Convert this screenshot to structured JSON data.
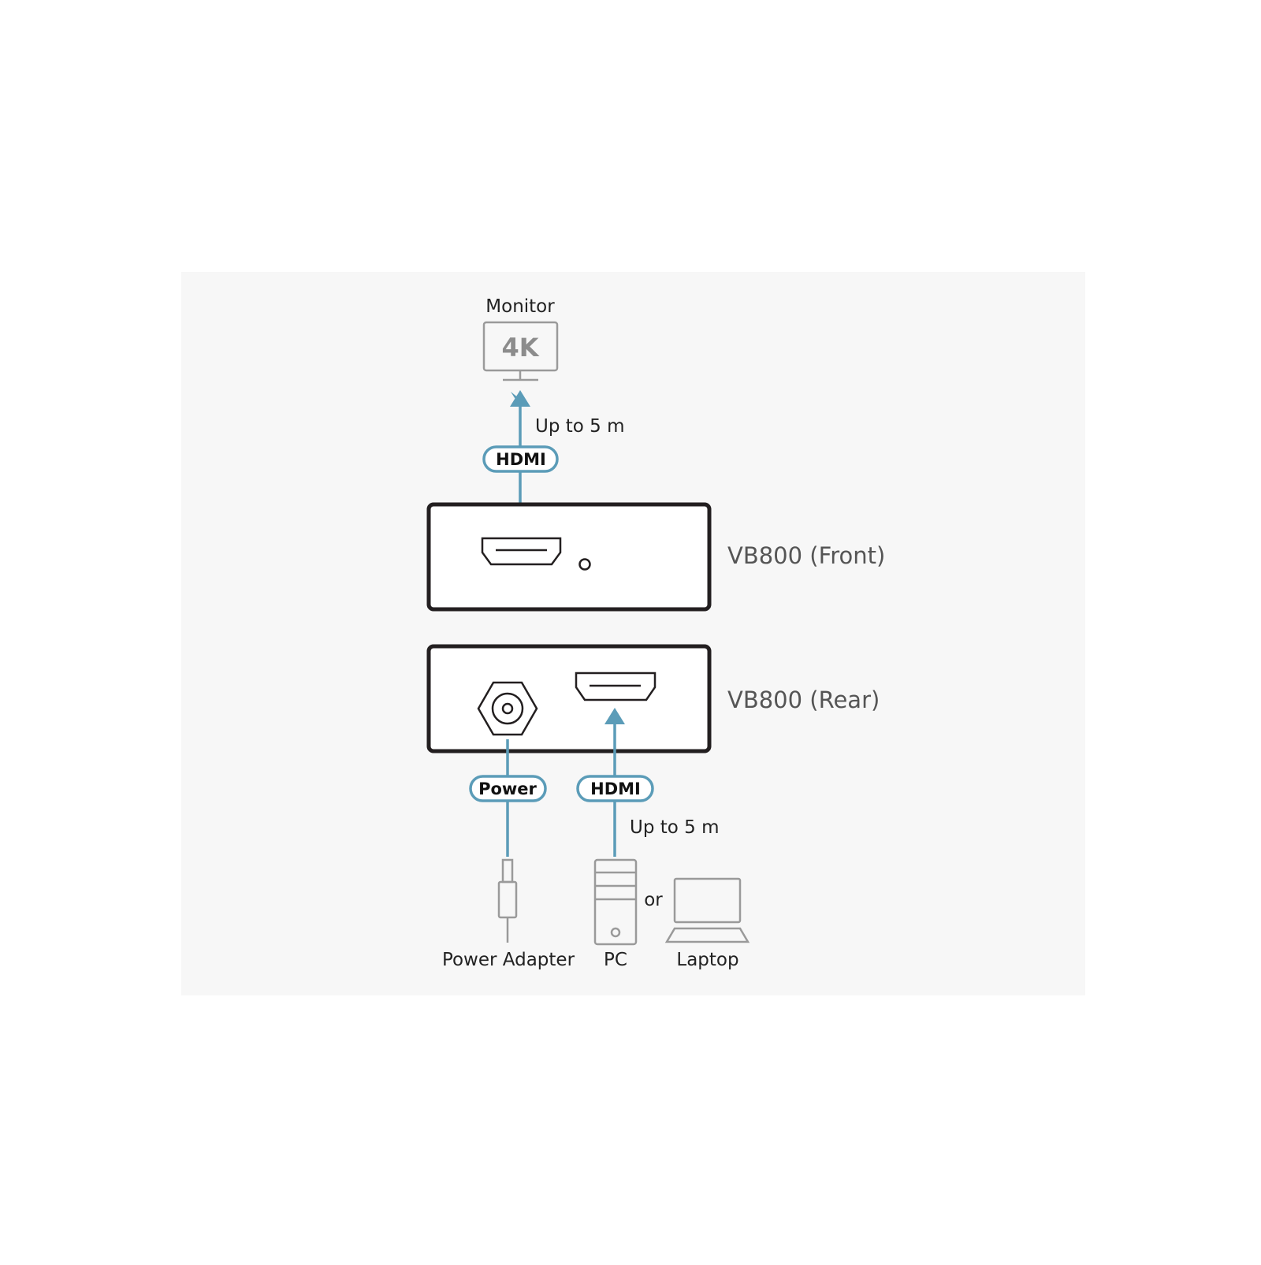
{
  "colors": {
    "panel_background": "#f7f7f7",
    "cable": "#5b9cb8",
    "device_outline": "#231f20",
    "icon_gray": "#9a9a9a",
    "text": "#222222",
    "device_label": "#555555"
  },
  "monitor": {
    "label": "Monitor",
    "badge": "4K",
    "icon": "monitor-icon"
  },
  "front_connection": {
    "distance": "Up to 5 m",
    "cable_label": "HDMI"
  },
  "devices": {
    "front_label": "VB800 (Front)",
    "rear_label": "VB800 (Rear)"
  },
  "rear_connections": {
    "power_label": "Power",
    "hdmi_label": "HDMI",
    "distance": "Up to 5 m"
  },
  "sources": {
    "power_adapter": "Power Adapter",
    "pc": "PC",
    "or": "or",
    "laptop": "Laptop"
  }
}
